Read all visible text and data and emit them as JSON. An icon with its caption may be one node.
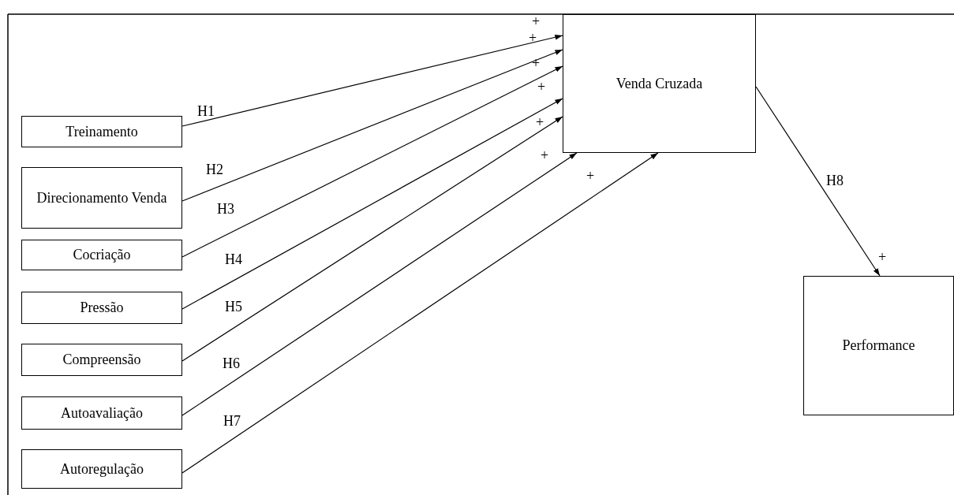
{
  "diagram": {
    "nodes": [
      {
        "text": [
          "Treinamento"
        ]
      },
      {
        "text": [
          "Direcionamento Venda"
        ]
      },
      {
        "text": [
          "Cocriação"
        ]
      },
      {
        "text": [
          "Pressão"
        ]
      },
      {
        "text": [
          "Compreensão"
        ]
      },
      {
        "text": [
          "Autoavaliação"
        ]
      },
      {
        "text": [
          "Autoregulação"
        ]
      },
      {
        "text": [
          "Venda Cruzada"
        ]
      },
      {
        "text": [
          "Performance"
        ]
      }
    ],
    "edges": [
      {
        "from": 0,
        "to": 7,
        "arrow": "to",
        "label": "H1"
      },
      {
        "from": 1,
        "to": 7,
        "arrow": "to",
        "label": "H2"
      },
      {
        "from": 2,
        "to": 7,
        "arrow": "to",
        "label": "H3"
      },
      {
        "from": 3,
        "to": 7,
        "arrow": "to",
        "label": "H4"
      },
      {
        "from": 4,
        "to": 7,
        "arrow": "to",
        "label": "H5"
      },
      {
        "from": 5,
        "to": 7,
        "arrow": "to",
        "label": "H6"
      },
      {
        "from": 6,
        "to": 7,
        "arrow": "to",
        "label": "H7"
      },
      {
        "from": 7,
        "to": 8,
        "arrow": "to",
        "label": "H8"
      }
    ],
    "labels": [
      "+",
      "+",
      "+",
      "+",
      "+",
      "+",
      "+",
      "+"
    ]
  }
}
